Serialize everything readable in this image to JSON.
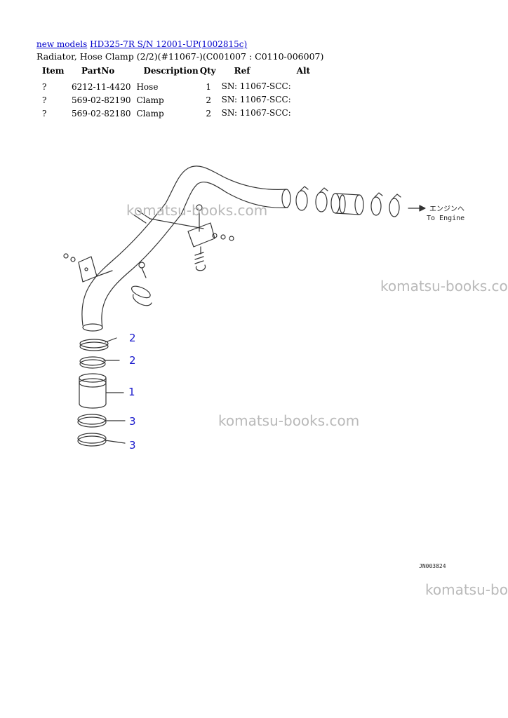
{
  "breadcrumb": {
    "link1": "new models",
    "link2": "HD325-7R S/N 12001-UP(1002815c)"
  },
  "subtitle": "Radiator, Hose Clamp (2/2)(#11067-)(C001007 : C0110-006007)",
  "table": {
    "headers": [
      "Item",
      "PartNo",
      "Description",
      "Qty",
      "Ref",
      "Alt"
    ],
    "rows": [
      {
        "item": "?",
        "part_no": "6212-11-4420",
        "description": "Hose",
        "qty": "1",
        "ref": "SN: 11067-SCC:",
        "alt": ""
      },
      {
        "item": "?",
        "part_no": "569-02-82190",
        "description": "Clamp",
        "qty": "2",
        "ref": "SN: 11067-SCC:",
        "alt": ""
      },
      {
        "item": "?",
        "part_no": "569-02-82180",
        "description": "Clamp",
        "qty": "2",
        "ref": "SN: 11067-SCC:",
        "alt": ""
      }
    ]
  },
  "diagram": {
    "callouts": [
      "2",
      "2",
      "1",
      "3",
      "3"
    ],
    "engine_label_jp": "エンジンへ",
    "engine_label_en": "To Engine",
    "drawing_code": "JN003824",
    "callout_color": "#1a1acc"
  },
  "watermarks": [
    "komatsu-books.com",
    "komatsu-books.com",
    "komatsu-books.com",
    "komatsu-books.com"
  ]
}
